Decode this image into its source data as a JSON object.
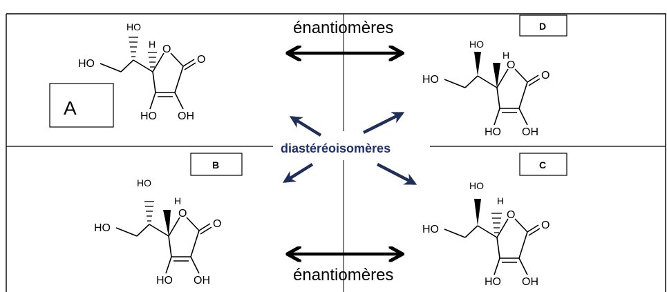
{
  "relations": {
    "enantiomers_top": "énantiomères",
    "enantiomers_bottom": "énantiomères",
    "diastereoisomers": "diastéréoisomères"
  },
  "labels": {
    "a": "A",
    "b": "B",
    "c": "C",
    "d": "D"
  },
  "atoms": {
    "ho": "HO",
    "oh": "OH",
    "h": "H",
    "o": "O"
  },
  "colors": {
    "diastereo_arrow": "#1f2f5a",
    "diastereo_text": "#1f3070",
    "enantio_arrow": "#000000"
  }
}
